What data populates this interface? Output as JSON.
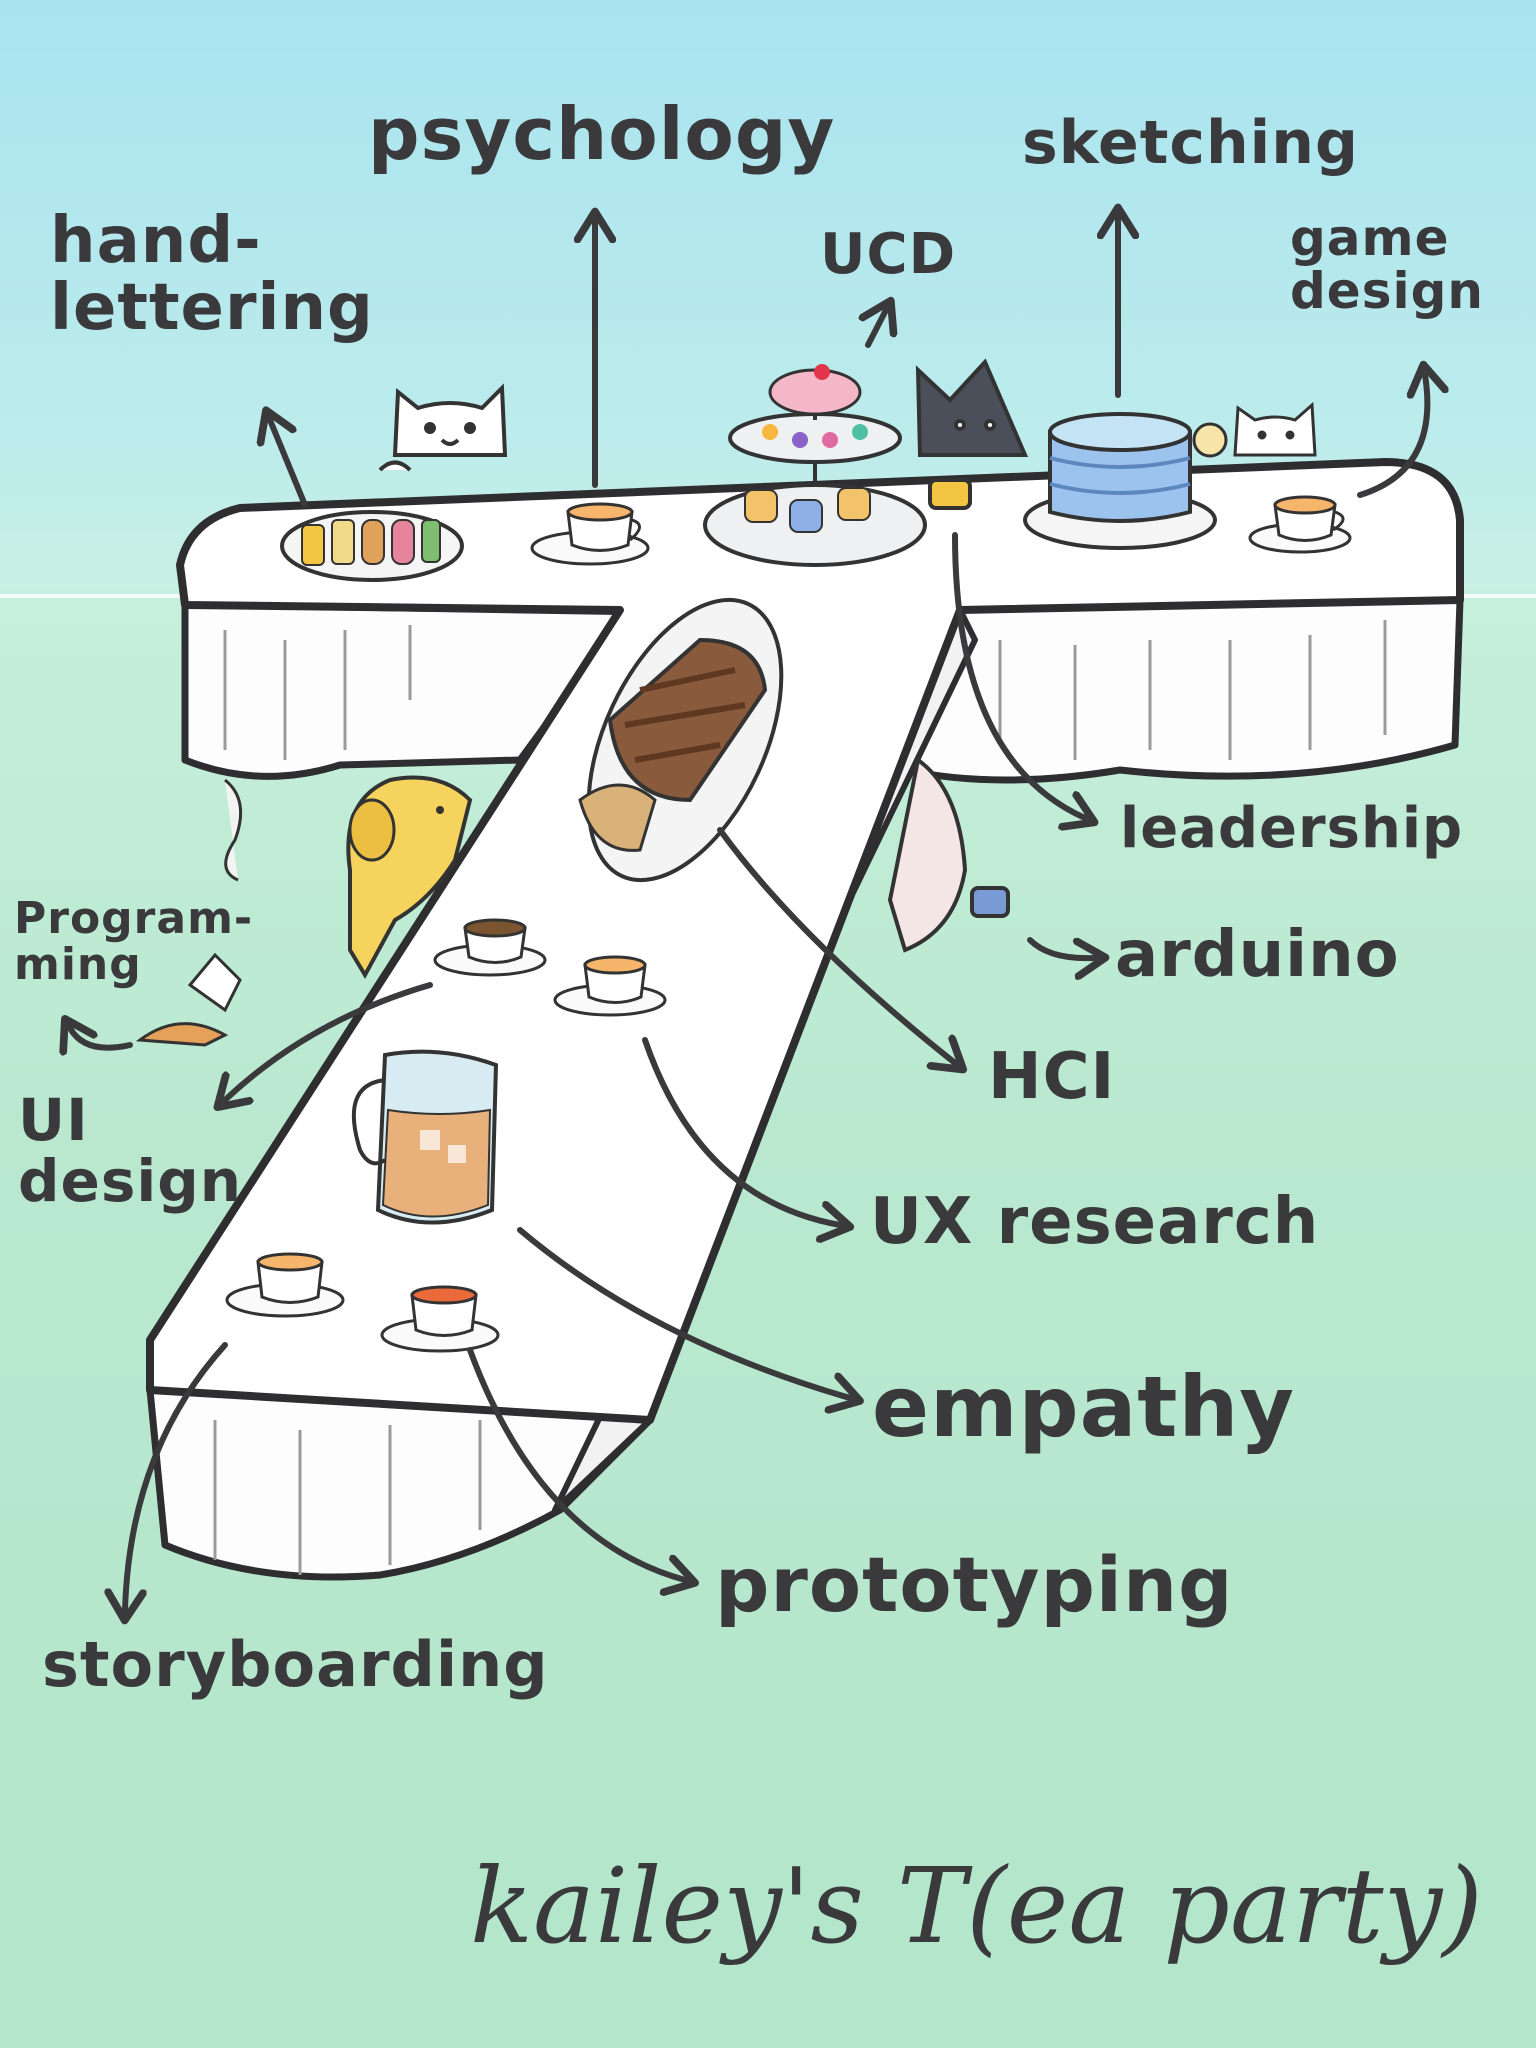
{
  "labels": {
    "psychology": "psychology",
    "sketching": "sketching",
    "hand_lettering": "hand-\nlettering",
    "ucd": "UCD",
    "game_design": "game\ndesign",
    "leadership": "leadership",
    "arduino": "arduino",
    "programming": "Program-\nming",
    "hci": "HCI",
    "ui_design": "UI\ndesign",
    "ux_research": "UX research",
    "empathy": "empathy",
    "prototyping": "prototyping",
    "storyboarding": "storyboarding"
  },
  "signature": "kailey's T(ea party)",
  "colors": {
    "ink": "#3a3a3d",
    "sky": "#a9e3f0",
    "grass": "#b3e6cb",
    "tablecloth": "#fdfdfd"
  }
}
